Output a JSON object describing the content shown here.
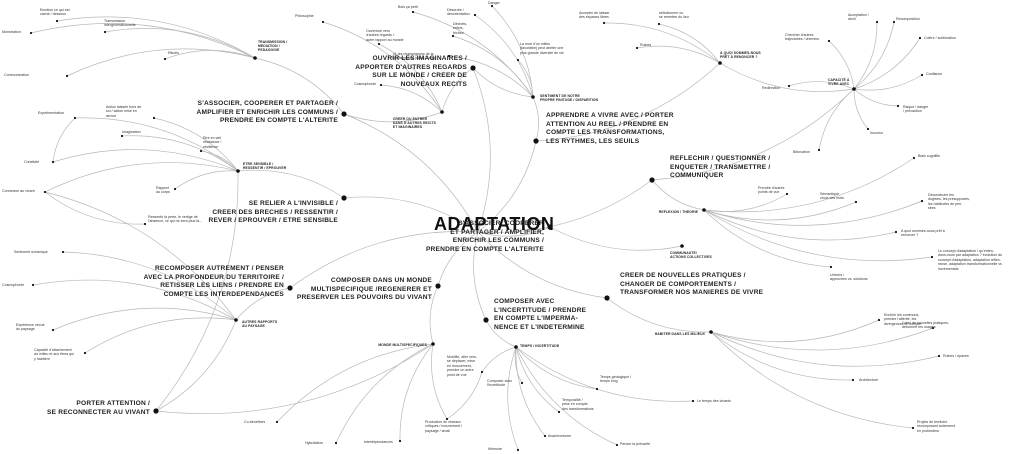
{
  "center": "ADAPTATION",
  "main_branches": [
    {
      "id": "m1",
      "label": "S'ASSOCIER, COOPERER ET PARTAGER /\nAMPLIFIER ET ENRICHIR LES COMMUNS /\nPRENDRE EN COMPTE L'ALTERITE"
    },
    {
      "id": "m2",
      "label": "OUVRIR LES IMAGINAIRES /\nAPPORTER D'AUTRES REGARDS\nSUR LE MONDE / CREER DE\nNOUVEAUX RECITS"
    },
    {
      "id": "m3",
      "label": "APPRENDRE A VIVRE AVEC / PORTER\nATTENTION AU REEL / PRENDRE EN\nCOMPTE LES TRANSFORMATIONS,\nLES RYTHMES, LES SEUILS"
    },
    {
      "id": "m4",
      "label": "REFLECHIR / QUESTIONNER /\nENQUETER / TRANSMETTRE /\nCOMMUNIQUER"
    },
    {
      "id": "m5",
      "label": "S'ASSOCIER, COOPERER\nET PARTAGER / AMPLIFIER,\nENRICHIR LES COMMUNS /\nPRENDRE EN COMPTE L'ALTERITE"
    },
    {
      "id": "m6",
      "label": "CREER DE NOUVELLES PRATIQUES /\nCHANGER DE COMPORTEMENTS /\nTRANSFORMER NOS MANIERES DE VIVRE"
    },
    {
      "id": "m7",
      "label": "COMPOSER AVEC\nL'INCERTITUDE / PRENDRE\nEN COMPTE L'IMPERMA-\nNENCE ET L'INDETERMINE"
    },
    {
      "id": "m8",
      "label": "COMPOSER DANS UN MONDE\nMULTISPECIFIQUE /REGENERER ET\nPRESERVER LES POUVOIRS DU VIVANT"
    },
    {
      "id": "m9",
      "label": "RECOMPOSER AUTREMENT / PENSER\nAVEC LA PROFONDEUR DU TERRITOIRE /\nRETISSER LES LIENS / PRENDRE EN\nCOMPTE LES INTERDEPENDANCES"
    },
    {
      "id": "m10",
      "label": "SE RELIER A L'INVISIBLE /\nCREER DES BRECHES / RESSENTIR /\nREVER / EPROUVER / ETRE SENSIBLE"
    },
    {
      "id": "m11",
      "label": "PORTER ATTENTION /\nSE RECONNECTER AU VIVANT"
    }
  ],
  "sub_nodes": [
    {
      "id": "s1",
      "label": "TRANSMISSION /\nMEDIATION /\nPEDAGOGIE"
    },
    {
      "id": "s2",
      "label": "CREER OU ENTRER\nDANS D'AUTRES RECITS\nET IMAGINAIRES"
    },
    {
      "id": "s3",
      "label": "SENTIMENT DE NOTRE\nPROPRE FINITUDE / DISPARITION"
    },
    {
      "id": "s4",
      "label": "À QUOI SOMMES-NOUS\nPRÊT À RENONCER ?"
    },
    {
      "id": "s5",
      "label": "CAPACITÉ À\nVIVRE AVEC"
    },
    {
      "id": "s6",
      "label": "ETRE SENSIBLE /\nRESSENTIR / EPROUVER"
    },
    {
      "id": "s7",
      "label": "REFLEXION / THEORIE"
    },
    {
      "id": "s8",
      "label": "COMMUNAUTE/\nACTIONS COLLECTIVES"
    },
    {
      "id": "s9",
      "label": "HABITER DANS LES MILIEUX"
    },
    {
      "id": "s10",
      "label": "AUTRES RAPPORTS\nAU PAYSAGE"
    },
    {
      "id": "s11",
      "label": "MONDE MULTISPECIFIQUES"
    },
    {
      "id": "s12",
      "label": "TEMPS / INCERTITUDE"
    }
  ],
  "leaves": [
    {
      "id": "l1",
      "label": "Emotion ce qui est\ncaché / dessous"
    },
    {
      "id": "l2",
      "label": "Transmission\nintergénérationnelle"
    },
    {
      "id": "l3",
      "label": "Monstration"
    },
    {
      "id": "l4",
      "label": "Rituels"
    },
    {
      "id": "l5",
      "label": "Communication"
    },
    {
      "id": "l6",
      "label": "Philosophie"
    },
    {
      "id": "l7",
      "label": "Cosmophonie"
    },
    {
      "id": "l8",
      "label": "Ouverture vers\nd'autres regards /\nautre rapport au monde"
    },
    {
      "id": "l9",
      "label": "cf. les champignons de la\nfin du monde (Anna Tsing)"
    },
    {
      "id": "l10",
      "label": "Bois ça petit"
    },
    {
      "id": "l11",
      "label": "Désordre /\ndésorientation"
    },
    {
      "id": "l12",
      "label": "Déchets,\nenfuis,\nfriches"
    },
    {
      "id": "l13",
      "label": "Danger"
    },
    {
      "id": "l14",
      "label": "La mort d'un milieu\n(favorable) peut abriter une\nplus grande diversité de vie"
    },
    {
      "id": "l15",
      "label": "Accepter de laisser\ndes espaces libres"
    },
    {
      "id": "l16",
      "label": "sélectionner ou\nse remettre du lieu"
    },
    {
      "id": "l17",
      "label": "Ruines"
    },
    {
      "id": "l18",
      "label": "Chercher d'autres\ntrajectoires / chemins"
    },
    {
      "id": "l19",
      "label": "Acceptation /\ndeuil"
    },
    {
      "id": "l20",
      "label": "Recomposition"
    },
    {
      "id": "l21",
      "label": "Colère / sublimation"
    },
    {
      "id": "l22",
      "label": "Confiance"
    },
    {
      "id": "l23",
      "label": "Redirection"
    },
    {
      "id": "l24",
      "label": "Risque / danger\n/ précaution"
    },
    {
      "id": "l25",
      "label": "Inconnu"
    },
    {
      "id": "l26",
      "label": "Bifurcation"
    },
    {
      "id": "l27",
      "label": "Expérimentation"
    },
    {
      "id": "l28",
      "label": "Action laissée hors de\nsoi / action mise en\nœuvre"
    },
    {
      "id": "l29",
      "label": "Imagination"
    },
    {
      "id": "l30",
      "label": "Etre en veil\nrésistance /\nrésilience"
    },
    {
      "id": "l31",
      "label": "Créativité"
    },
    {
      "id": "l32",
      "label": "Rapport\nau corps"
    },
    {
      "id": "l33",
      "label": "Connexion au vivant"
    },
    {
      "id": "l34",
      "label": "Ressentir la perte, le vertige de\nl'absence, ce qui ne sera plus là..."
    },
    {
      "id": "l35",
      "label": "Biais cognitifs"
    },
    {
      "id": "l36",
      "label": "Prendre d'autres\npoints de vue"
    },
    {
      "id": "l37",
      "label": "Sémantique\nchoix des mots"
    },
    {
      "id": "l38",
      "label": "Déconstruire les\ndogmes, les présupposés,\nles habitudes de pen-\nsées"
    },
    {
      "id": "l39",
      "label": "A quoi sommes-nous prêt à\nrenoncer ?"
    },
    {
      "id": "l40",
      "label": "Le concept d'adaptation / qu'enten-\ndons-nous par adaptation ? évolution du\nconcept d'adaptation, adaptation réflex-\nreuse, adaptation transformationnelle vs\nincrémentale"
    },
    {
      "id": "l41",
      "label": "Univers /\napproches vs. solutions"
    },
    {
      "id": "l42",
      "label": "Enrichir les communs,\nprendre l'altérité, les\ndivergences en compte"
    },
    {
      "id": "l43",
      "label": "Créer de nouvelles pratiques,\ndétourner les usages"
    },
    {
      "id": "l44",
      "label": "Ruines / épaves"
    },
    {
      "id": "l45",
      "label": "Architecture"
    },
    {
      "id": "l46",
      "label": "Projets de territoire\nrecomposant autrement\nen profondeur"
    },
    {
      "id": "l47",
      "label": "Sentiment océanique"
    },
    {
      "id": "l48",
      "label": "Cosmophonie"
    },
    {
      "id": "l49",
      "label": "Expérience vécue\ndu paysage"
    },
    {
      "id": "l50",
      "label": "Capacité d'attachement\nau milieu et aux êtres qui\ny habitent"
    },
    {
      "id": "l51",
      "label": "Co-bénéfices"
    },
    {
      "id": "l52",
      "label": "Hybridation"
    },
    {
      "id": "l53",
      "label": "Interdépendances"
    },
    {
      "id": "l54",
      "label": "Production de réseaux\ncritiques / mouvement /\npaysage / small"
    },
    {
      "id": "l55",
      "label": "Mobilité, aller vers,\nse déplacer, mise\nen mouvement,\nprendre un autre\npoint de vue"
    },
    {
      "id": "l56",
      "label": "Composer avec\nl'incertitude"
    },
    {
      "id": "l57",
      "label": "Temps géologique /\ntemps long"
    },
    {
      "id": "l58",
      "label": "Le temps des vivants"
    },
    {
      "id": "l59",
      "label": "Temporalité /\nprise en compte\ndes transformations"
    },
    {
      "id": "l60",
      "label": "Anachronisme"
    },
    {
      "id": "l61",
      "label": "Penser la précarité"
    },
    {
      "id": "l62",
      "label": "Mémoire"
    }
  ]
}
